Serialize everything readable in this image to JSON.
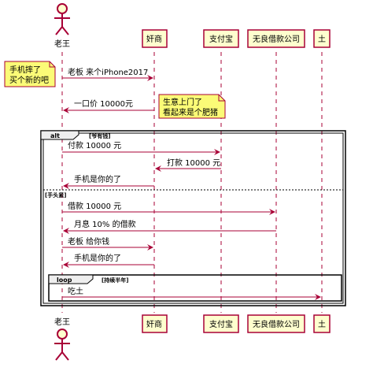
{
  "participants": [
    {
      "id": "laowang",
      "label": "老王",
      "kind": "actor"
    },
    {
      "id": "jianshang",
      "label": "奸商",
      "kind": "box"
    },
    {
      "id": "zhifubao",
      "label": "支付宝",
      "kind": "box"
    },
    {
      "id": "wuliang",
      "label": "无良借款公司",
      "kind": "box"
    },
    {
      "id": "tu",
      "label": "土",
      "kind": "box"
    }
  ],
  "notes": {
    "left": [
      "手机摔了",
      "买个新的吧"
    ],
    "right": [
      "生意上门了",
      "看起来是个肥猪"
    ]
  },
  "messages": {
    "m1": "老板 来个iPhone2017",
    "m2": "一口价 10000元",
    "m3": "付款 10000 元",
    "m4": "打款 10000 元",
    "m5": "手机是你的了",
    "m6": "借款 10000 元",
    "m7": "月息 10% 的借款",
    "m8": "老板 给你钱",
    "m9": "手机是你的了",
    "m10": "吃土"
  },
  "fragments": {
    "alt_keyword": "alt",
    "alt_guard": "[爷有钱]",
    "else_guard": "[手头紧]",
    "loop_keyword": "loop",
    "loop_guard": "[持续半年]"
  },
  "colors": {
    "participant_fill": "#fefece",
    "participant_border": "#a80036",
    "arrow": "#a80036",
    "note_fill": "#fbfb77",
    "lifeline": "#a80036"
  }
}
